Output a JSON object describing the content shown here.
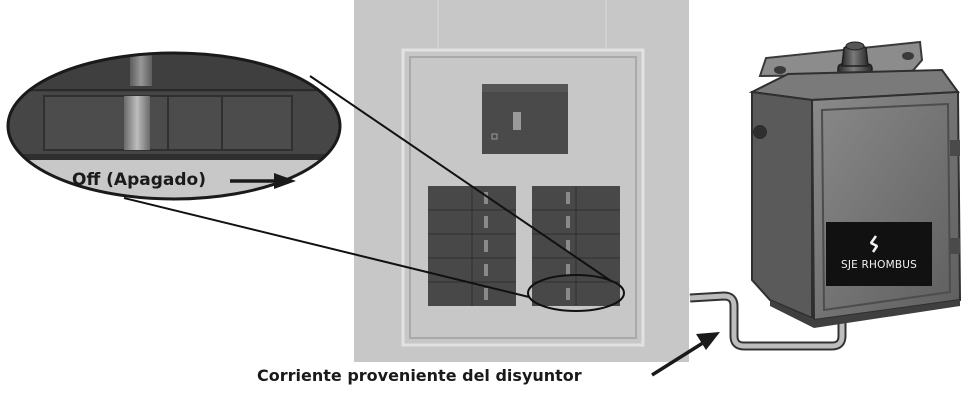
{
  "labels": {
    "off": "Off (Apagado)",
    "power_source": "Corriente proveniente del disyuntor"
  },
  "device": {
    "brand": "SJE RHOMBUS"
  },
  "icons": [
    "arrow-icon",
    "rhombus-logo-icon",
    "beacon-light-icon"
  ],
  "colors": {
    "panel_bg": "#c9c9c9",
    "breaker": "#4a4a4a",
    "enclosure": "#6a6a6a",
    "logo_plate": "#111111",
    "text": "#1a1a1a"
  }
}
